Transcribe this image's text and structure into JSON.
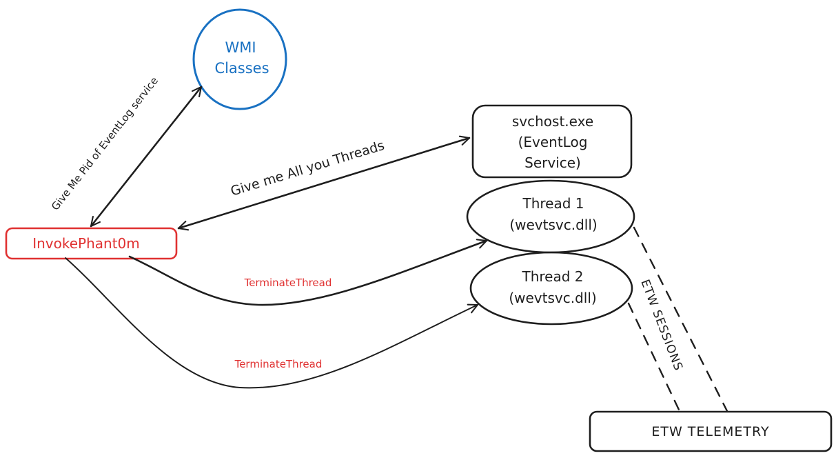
{
  "colors": {
    "ink": "#1e1e1e",
    "blue": "#1971c2",
    "red": "#e03131",
    "background": "#ffffff"
  },
  "nodes": {
    "wmi": {
      "line1": "WMI",
      "line2": "Classes",
      "shape": "ellipse",
      "color": "blue"
    },
    "invoke": {
      "label": "InvokePhant0m",
      "shape": "rounded-rect",
      "color": "red"
    },
    "svchost": {
      "line1": "svchost.exe",
      "line2": "(EventLog",
      "line3": "Service)",
      "shape": "rounded-rect"
    },
    "thread1": {
      "line1": "Thread 1",
      "line2": "(wevtsvc.dll)",
      "shape": "ellipse"
    },
    "thread2": {
      "line1": "Thread 2",
      "line2": "(wevtsvc.dll)",
      "shape": "ellipse"
    },
    "etw": {
      "label": "ETW TELEMETRY",
      "shape": "rounded-rect"
    }
  },
  "edges": {
    "pid_query": {
      "label": "Give Me Pid of EventLog service",
      "from": "invoke",
      "to": "wmi",
      "style": "double-arrow"
    },
    "threads_query": {
      "label": "Give me All you Threads",
      "from": "invoke",
      "to": "svchost",
      "style": "double-arrow"
    },
    "terminate1": {
      "label": "TerminateThread",
      "from": "invoke",
      "to": "thread1",
      "style": "curved-arrow"
    },
    "terminate2": {
      "label": "TerminateThread",
      "from": "invoke",
      "to": "thread2",
      "style": "curved-arrow"
    },
    "etw_sessions": {
      "label": "ETW SESSIONS",
      "from": "thread1,thread2",
      "to": "etw",
      "style": "dashed"
    }
  }
}
